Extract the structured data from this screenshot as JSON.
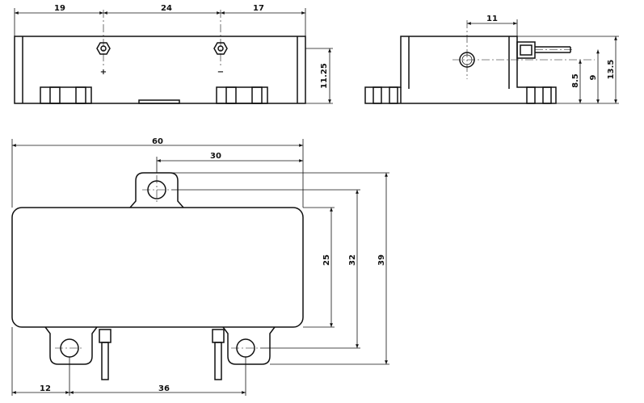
{
  "dimensions": {
    "top_19": "19",
    "top_24": "24",
    "top_17": "17",
    "height_11_25": "11.25",
    "side_11": "11",
    "side_8_5": "8.5",
    "side_9": "9",
    "side_13_5": "13.5",
    "width_60": "60",
    "width_30": "30",
    "height_25": "25",
    "height_32": "32",
    "height_39": "39",
    "bottom_12": "12",
    "bottom_36": "36"
  },
  "terminals": {
    "plus": "+",
    "minus": "−"
  }
}
